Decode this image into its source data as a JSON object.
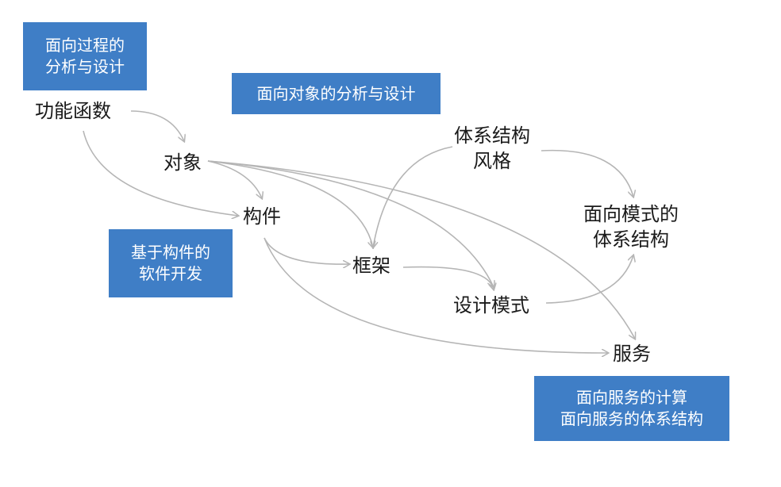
{
  "colors": {
    "box_fill": "#3f7ec6",
    "box_text": "#ffffff",
    "arrow": "#b5b5b5",
    "node_text": "#1a1a1a"
  },
  "boxes": {
    "procedural": [
      "面向过程的",
      "分析与设计"
    ],
    "object_oriented": [
      "面向对象的分析与设计"
    ],
    "component_based": [
      "基于构件的",
      "软件开发"
    ],
    "service_oriented": [
      "面向服务的计算",
      "面向服务的体系结构"
    ]
  },
  "nodes": {
    "function": [
      "功能函数"
    ],
    "object": [
      "对象"
    ],
    "component": [
      "构件"
    ],
    "framework": [
      "框架"
    ],
    "design_pattern": [
      "设计模式"
    ],
    "architecture_style": [
      "体系结构",
      "风格"
    ],
    "pattern_architecture": [
      "面向模式的",
      "体系结构"
    ],
    "service": [
      "服务"
    ]
  }
}
